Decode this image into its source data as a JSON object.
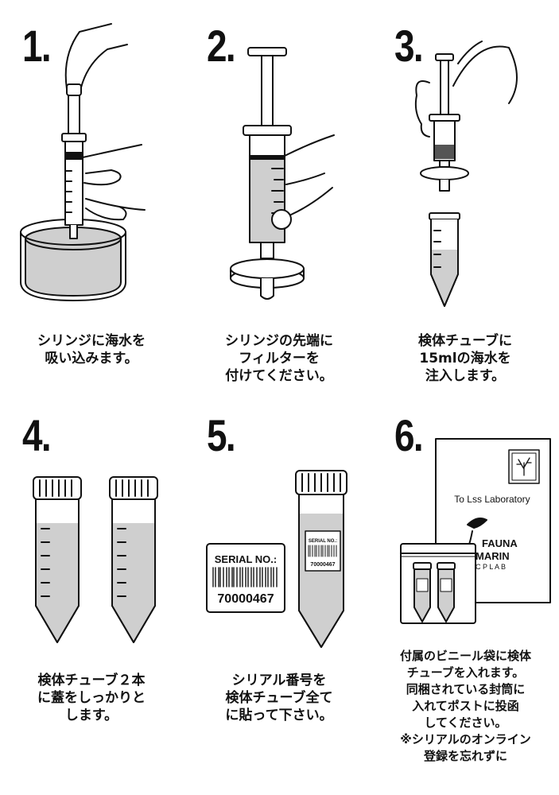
{
  "steps": [
    {
      "number": "1.",
      "caption": "シリンジに海水を\n吸い込みます。"
    },
    {
      "number": "2.",
      "caption": "シリンジの先端に\nフィルターを\n付けてください。"
    },
    {
      "number": "3.",
      "caption": "検体チューブに\n15mlの海水を\n注入します。"
    },
    {
      "number": "4.",
      "caption": "検体チューブ２本\nに蓋をしっかりと\nします。"
    },
    {
      "number": "5.",
      "caption": "シリアル番号を\n検体チューブ全て\nに貼って下さい。"
    },
    {
      "number": "6.",
      "caption": "付属のビニール袋に検体\nチューブを入れます。\n同梱されている封筒に\n入れてポストに投函\nしてください。\n※シリアルのオンライン\n登録を忘れずに"
    }
  ],
  "serial_label": {
    "title": "SERIAL NO.:",
    "number": "70000467"
  },
  "envelope": {
    "address": "To Lss Laboratory",
    "logo_line1": "FAUNA",
    "logo_line2": "MARIN",
    "logo_line3": "C P L A B"
  },
  "colors": {
    "liquid": "#cfcfcf",
    "ink": "#111111",
    "paper": "#ffffff"
  }
}
